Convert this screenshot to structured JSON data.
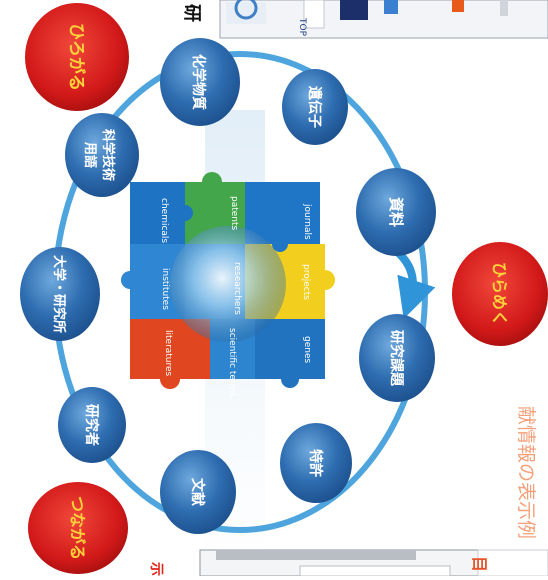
{
  "red_badges": {
    "hirogaru": "ひろがる",
    "hirameku": "ひらめく",
    "tsunagaru": "つながる"
  },
  "nodes": {
    "chemicals_node": "化学物質",
    "genes_node": "遺伝子",
    "journals_node": "資料",
    "projects_node": "研究課題",
    "patents_node": "特許",
    "literature_node": "文献",
    "researchers_node": "研究者",
    "institutes_node": "大学・研究所",
    "terms_node_line1": "科学技術",
    "terms_node_line2": "用語"
  },
  "puzzle_labels": {
    "chemicals": "chemicals",
    "patents": "patents",
    "journals": "journals",
    "institutes": "institutes",
    "researchers": "researchers",
    "projects": "projects",
    "literatures": "literatures",
    "scientific_terms": "scientific terms",
    "genes": "genes"
  },
  "side_caption": "献情報の表示例",
  "top_partial_char": "研",
  "bottom_partial_char": "目",
  "bottom_left_partial_char": "示",
  "thumb_top_label": "TOP",
  "colors": {
    "accent_blue": "#1c7fc4",
    "node_blue": "#2b6fb0",
    "badge_red": "#d91d1d",
    "caption_orange": "#f4a07a",
    "ring_blue": "#2f95d8"
  }
}
